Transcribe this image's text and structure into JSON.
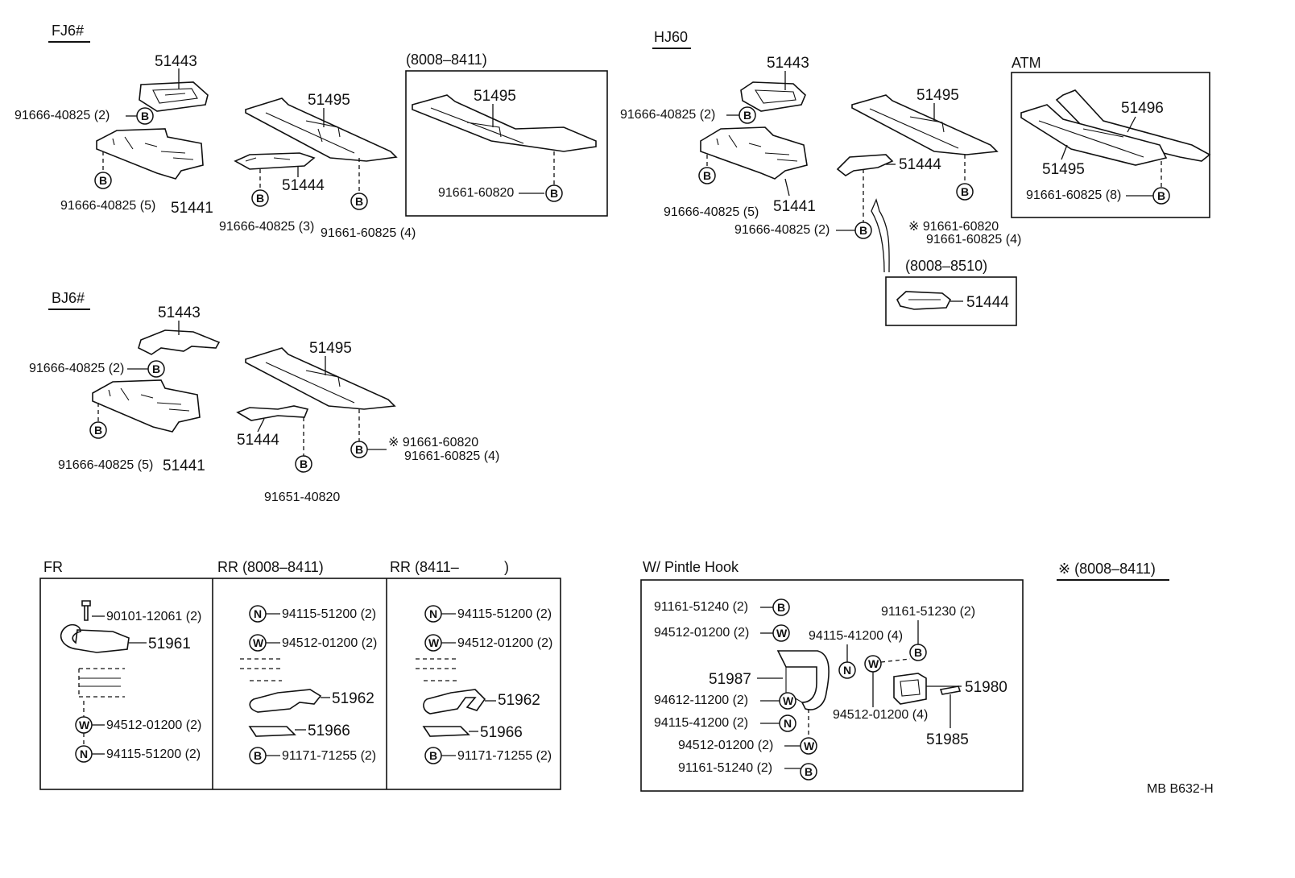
{
  "sections": {
    "fj6": "FJ6#",
    "hj60": "HJ60",
    "bj6": "BJ6#",
    "atm": "ATM",
    "fr": "FR",
    "rr1": "RR (8008–8411)",
    "rr2": "RR (8411–",
    "rr2_close": ")",
    "pintle": "W/ Pintle Hook",
    "note": "※ (8008–8411)"
  },
  "fj6": {
    "range_box": "(8008–8411)",
    "p51443": "51443",
    "p51495": "51495",
    "p51495b": "51495",
    "p51444": "51444",
    "p51441": "51441",
    "bolt_top": "91666-40825 (2)",
    "bolt_left": "91666-40825 (5)",
    "bolt_mid": "91666-40825 (3)",
    "bolt_right": "91661-60825 (4)",
    "bolt_box": "91661-60820"
  },
  "hj60": {
    "p51443": "51443",
    "p51495": "51495",
    "p51444": "51444",
    "p51441": "51441",
    "p51496": "51496",
    "p51495_atm": "51495",
    "bolt_top": "91666-40825 (2)",
    "bolt_left": "91666-40825 (5)",
    "bolt_mid": "91666-40825 (2)",
    "bolt_right1": "※ 91661-60820",
    "bolt_right2": "91661-60825 (4)",
    "bolt_atm": "91661-60825 (8)",
    "range_box": "(8008–8510)",
    "p51444_box": "51444"
  },
  "bj6": {
    "p51443": "51443",
    "p51495": "51495",
    "p51444": "51444",
    "p51441": "51441",
    "bolt_top": "91666-40825 (2)",
    "bolt_left": "91666-40825 (5)",
    "bolt_mid": "91651-40820",
    "bolt_right1": "※ 91661-60820",
    "bolt_right2": "91661-60825 (4)"
  },
  "fr": {
    "bolt": "90101-12061 (2)",
    "hook": "51961",
    "washer": "94512-01200 (2)",
    "nut": "94115-51200 (2)"
  },
  "rr1": {
    "nut": "94115-51200 (2)",
    "washer": "94512-01200 (2)",
    "hook": "51962",
    "plate": "51966",
    "bolt": "91171-71255 (2)"
  },
  "rr2": {
    "nut": "94115-51200 (2)",
    "washer": "94512-01200 (2)",
    "hook": "51962",
    "plate": "51966",
    "bolt": "91171-71255 (2)"
  },
  "pintle": {
    "l1": "91161-51240 (2)",
    "l2": "94512-01200 (2)",
    "bracket": "51987",
    "l3": "94612-11200 (2)",
    "l4": "94115-41200 (2)",
    "l5": "94512-01200 (2)",
    "l6": "91161-51240 (2)",
    "r_top": "91161-51230 (2)",
    "r_nut": "94115-41200 (4)",
    "r_washer": "94512-01200 (4)",
    "hook": "51980",
    "pin": "51985"
  },
  "symbols": {
    "bolt": "B",
    "washer": "W",
    "nut": "N"
  },
  "footer": {
    "code": "MB  B632-H"
  }
}
